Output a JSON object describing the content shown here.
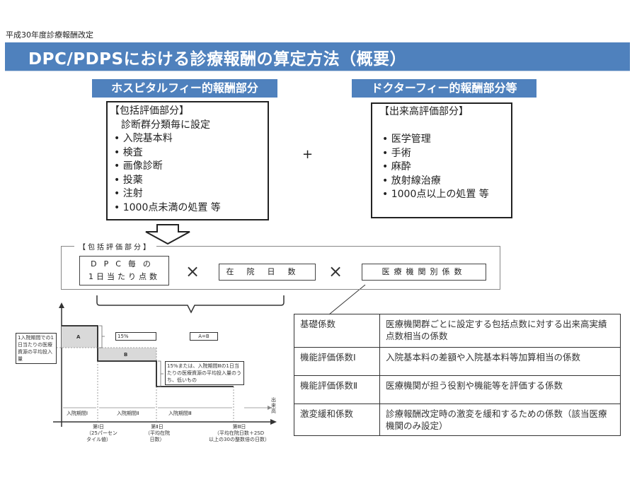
{
  "header": {
    "subtitle": "平成30年度診療報酬改定",
    "title": "DPC/PDPSにおける診療報酬の算定方法（概要）"
  },
  "colors": {
    "accent": "#4f81bd",
    "shade": "#d9d9d9",
    "border": "#222222"
  },
  "hospital_fee": {
    "heading": "ホスピタルフィー的報酬部分",
    "box_title": "【包括評価部分】",
    "box_note": "診断群分類毎に設定",
    "items": [
      "入院基本料",
      "検査",
      "画像診断",
      "投薬",
      "注射",
      "1000点未満の処置 等"
    ]
  },
  "operator_plus": "+",
  "doctor_fee": {
    "heading": "ドクターフィー的報酬部分等",
    "box_title": "【出来高評価部分】",
    "items": [
      "医学管理",
      "手術",
      "麻酔",
      "放射線治療",
      "1000点以上の処置 等"
    ]
  },
  "formula": {
    "label": "【包括評価部分】",
    "term1_line1": "DPC毎の",
    "term1_line2": "1日当たり点数",
    "op": "×",
    "term2": "在院日数",
    "term3": "医療機関別係数"
  },
  "chart": {
    "y_label": "1入院期間での1日当たりの医療資源の平均投入量",
    "x_label": "出来高",
    "block_a": "A",
    "block_b": "B",
    "note_15": "15%",
    "note_ab": "A=B",
    "note_phase3": "15%または、入院期間Ⅲの1日当たりの医療資源の平均投入量のうち、低いもの",
    "periods": [
      "入院期間Ⅰ",
      "入院期間Ⅱ",
      "入院期間Ⅲ"
    ],
    "day_marks": [
      {
        "label": "第Ⅰ日",
        "sub1": "（25パーセン",
        "sub2": "タイル値）"
      },
      {
        "label": "第Ⅱ日",
        "sub1": "（平均在院",
        "sub2": "日数）"
      },
      {
        "label": "第Ⅲ日",
        "sub1": "（平均在院日数＋2SD",
        "sub2": "以上の30の整数倍の日数）"
      }
    ]
  },
  "coefficients": [
    {
      "name": "基礎係数",
      "desc": "医療機関群ごとに設定する包括点数に対する出来高実績点数相当の係数"
    },
    {
      "name": "機能評価係数Ⅰ",
      "desc": "入院基本料の差額や入院基本料等加算相当の係数"
    },
    {
      "name": "機能評価係数Ⅱ",
      "desc": "医療機関が担う役割や機能等を評価する係数"
    },
    {
      "name": "激変緩和係数",
      "desc": "診療報酬改定時の激変を緩和するための係数（該当医療機関のみ設定）"
    }
  ]
}
